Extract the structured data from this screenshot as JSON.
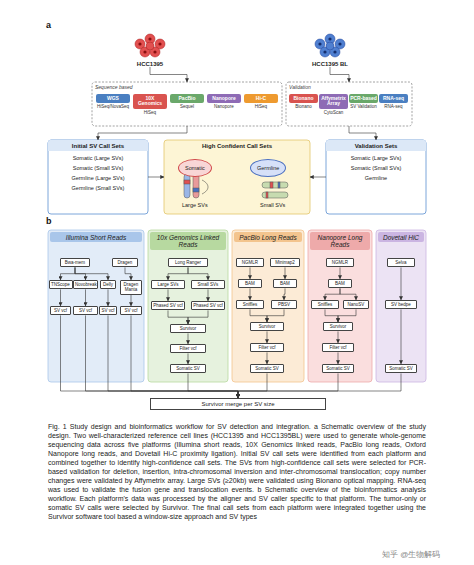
{
  "diagram": {
    "caption": "Fig. 1 Study design and bioinformatics workflow for SV detection and integration. a Schematic overview of the study design. Two well-characterized reference cell lines (HCC1395 and HCC1395BL) were used to generate whole-genome sequencing data across five platforms (Illumina short reads, 10X Genomics linked reads, PacBio long reads, Oxford Nanopore long reads, and Dovetail Hi-C proximity ligation). Initial SV call sets were identified from each platform and combined together to identify high-confidence call sets. The SVs from high-confidence call sets were selected for PCR-based validation for deletion, insertion, intra-chromosomal inversion and inter-chromosomal translocation; copy number changes were validated by Affymetrix array. Large SVs (≥20kb) were validated using Bionano optical mapping. RNA-seq was used to validate the fusion gene and translocation events. b Schematic overview of the bioinformatics analysis workflow. Each platform's data was processed by the aligner and SV caller specific to that platform. The tumor-only or somatic SV calls were selected by Survivor. The final call sets from each platform were integrated together using the Survivor software tool based a window-size approach and SV types",
    "nodes": [
      {
        "text": [
          "HCC1395"
        ]
      },
      {
        "text": [
          "HCC1395 BL"
        ]
      },
      {
        "text": [
          "Sequence based"
        ]
      },
      {
        "text": [
          "WGS",
          "HiSeq/NovaSeq"
        ],
        "in": 2
      },
      {
        "text": [
          "10X Genomics",
          "HiSeq"
        ],
        "in": 2
      },
      {
        "text": [
          "PacBio",
          "Sequel"
        ],
        "in": 2
      },
      {
        "text": [
          "Nanopore",
          "Nanopore"
        ],
        "in": 2
      },
      {
        "text": [
          "Hi-C",
          "HiSeq"
        ],
        "in": 2
      },
      {
        "text": [
          "Validation"
        ]
      },
      {
        "text": [
          "Bionano",
          "Bionano"
        ],
        "in": 8
      },
      {
        "text": [
          "Affymetrix Array",
          "CytoScan"
        ],
        "in": 8
      },
      {
        "text": [
          "PCR-based",
          "SV Validation"
        ],
        "in": 8
      },
      {
        "text": [
          "RNA-seq",
          "RNA-seq"
        ],
        "in": 8
      },
      {
        "text": [
          "Initial SV Call Sets",
          "Somatic (Large SVs)",
          "Somatic (Small SVs)",
          "Germline (Large SVs)",
          "Germline (Small SVs)"
        ]
      },
      {
        "text": [
          "High Confident Call Sets",
          "Somatic",
          "Germline",
          "Large SVs",
          "Small SVs"
        ]
      },
      {
        "text": [
          "Validation Sets",
          "Somatic (Large SVs)",
          "Somatic (Small SVs)",
          "Germline"
        ]
      },
      {
        "text": [
          "Illumina Short Reads"
        ]
      },
      {
        "text": [
          "Bwa-mem"
        ],
        "in": 16
      },
      {
        "text": [
          "Dragen"
        ],
        "in": 16
      },
      {
        "text": [
          "TNScope"
        ],
        "in": 16
      },
      {
        "text": [
          "Novobreak"
        ],
        "in": 16
      },
      {
        "text": [
          "Delly"
        ],
        "in": 16
      },
      {
        "text": [
          "Dragen Manta"
        ],
        "in": 16
      },
      {
        "text": [
          "SV vcf"
        ],
        "in": 16
      },
      {
        "text": [
          "SV vcf"
        ],
        "in": 16
      },
      {
        "text": [
          "SV vcf"
        ],
        "in": 16
      },
      {
        "text": [
          "SV vcf"
        ],
        "in": 16
      },
      {
        "text": [
          "10x Genomics Linked Reads"
        ]
      },
      {
        "text": [
          "Long Ranger"
        ],
        "in": 27
      },
      {
        "text": [
          "Large SVs"
        ],
        "in": 27
      },
      {
        "text": [
          "Small SVs"
        ],
        "in": 27
      },
      {
        "text": [
          "Phased SV vcf"
        ],
        "in": 27
      },
      {
        "text": [
          "Phased SV vcf"
        ],
        "in": 27
      },
      {
        "text": [
          "Survivor"
        ],
        "in": 27
      },
      {
        "text": [
          "Filter vcf"
        ],
        "in": 27
      },
      {
        "text": [
          "Somatic SV"
        ],
        "in": 27
      },
      {
        "text": [
          "PacBio Long Reads"
        ]
      },
      {
        "text": [
          "NGMLR"
        ],
        "in": 36
      },
      {
        "text": [
          "Minimap2"
        ],
        "in": 36
      },
      {
        "text": [
          "BAM"
        ],
        "in": 36
      },
      {
        "text": [
          "BAM"
        ],
        "in": 36
      },
      {
        "text": [
          "Sniffles"
        ],
        "in": 36
      },
      {
        "text": [
          "PBSV"
        ],
        "in": 36
      },
      {
        "text": [
          "Survivor"
        ],
        "in": 36
      },
      {
        "text": [
          "Filter vcf"
        ],
        "in": 36
      },
      {
        "text": [
          "Somatic SV"
        ],
        "in": 36
      },
      {
        "text": [
          "Nanopore Long Reads"
        ]
      },
      {
        "text": [
          "NGMLR"
        ],
        "in": 46
      },
      {
        "text": [
          "BAM"
        ],
        "in": 46
      },
      {
        "text": [
          "Sniffles"
        ],
        "in": 46
      },
      {
        "text": [
          "NanoSV"
        ],
        "in": 46
      },
      {
        "text": [
          "Survivor"
        ],
        "in": 46
      },
      {
        "text": [
          "Filter vcf"
        ],
        "in": 46
      },
      {
        "text": [
          "Somatic SV"
        ],
        "in": 46
      },
      {
        "text": [
          "Dovetail HiC"
        ]
      },
      {
        "text": [
          "Selva"
        ],
        "in": 54
      },
      {
        "text": [
          "SV bedpe"
        ],
        "in": 54
      },
      {
        "text": [
          "Somatic SV"
        ],
        "in": 54
      },
      {
        "text": [
          "Survivor merge per SV size"
        ]
      }
    ],
    "edges": [
      {
        "from": 0,
        "to": 2,
        "arrow": "to"
      },
      {
        "from": 1,
        "to": 8,
        "arrow": "to"
      },
      {
        "from": 2,
        "to": 13,
        "arrow": "to"
      },
      {
        "from": 8,
        "to": 15,
        "arrow": "to"
      },
      {
        "from": 13,
        "to": 14,
        "arrow": "to"
      },
      {
        "from": 15,
        "to": 14,
        "arrow": "to"
      },
      {
        "from": 17,
        "to": 19,
        "arrow": "to"
      },
      {
        "from": 17,
        "to": 20,
        "arrow": "to"
      },
      {
        "from": 17,
        "to": 21,
        "arrow": "to"
      },
      {
        "from": 18,
        "to": 22,
        "arrow": "to"
      },
      {
        "from": 19,
        "to": 23,
        "arrow": "to"
      },
      {
        "from": 20,
        "to": 24,
        "arrow": "to"
      },
      {
        "from": 21,
        "to": 25,
        "arrow": "to"
      },
      {
        "from": 22,
        "to": 26,
        "arrow": "to"
      },
      {
        "from": 23,
        "to": 58,
        "arrow": "to"
      },
      {
        "from": 24,
        "to": 58,
        "arrow": "to"
      },
      {
        "from": 25,
        "to": 58,
        "arrow": "to"
      },
      {
        "from": 26,
        "to": 58,
        "arrow": "to"
      },
      {
        "from": 28,
        "to": 29,
        "arrow": "to"
      },
      {
        "from": 28,
        "to": 30,
        "arrow": "to"
      },
      {
        "from": 29,
        "to": 31,
        "arrow": "to"
      },
      {
        "from": 30,
        "to": 32,
        "arrow": "to"
      },
      {
        "from": 31,
        "to": 33,
        "arrow": "to"
      },
      {
        "from": 32,
        "to": 33,
        "arrow": "to"
      },
      {
        "from": 33,
        "to": 34,
        "arrow": "to"
      },
      {
        "from": 34,
        "to": 35,
        "arrow": "to"
      },
      {
        "from": 35,
        "to": 58,
        "arrow": "to"
      },
      {
        "from": 37,
        "to": 39,
        "arrow": "to"
      },
      {
        "from": 38,
        "to": 40,
        "arrow": "to"
      },
      {
        "from": 39,
        "to": 41,
        "arrow": "to"
      },
      {
        "from": 40,
        "to": 42,
        "arrow": "to"
      },
      {
        "from": 41,
        "to": 43,
        "arrow": "to"
      },
      {
        "from": 42,
        "to": 43,
        "arrow": "to"
      },
      {
        "from": 43,
        "to": 44,
        "arrow": "to"
      },
      {
        "from": 44,
        "to": 45,
        "arrow": "to"
      },
      {
        "from": 45,
        "to": 58,
        "arrow": "to"
      },
      {
        "from": 47,
        "to": 48,
        "arrow": "to"
      },
      {
        "from": 48,
        "to": 49,
        "arrow": "to"
      },
      {
        "from": 48,
        "to": 50,
        "arrow": "to"
      },
      {
        "from": 49,
        "to": 51,
        "arrow": "to"
      },
      {
        "from": 50,
        "to": 51,
        "arrow": "to"
      },
      {
        "from": 51,
        "to": 52,
        "arrow": "to"
      },
      {
        "from": 52,
        "to": 53,
        "arrow": "to"
      },
      {
        "from": 53,
        "to": 58,
        "arrow": "to"
      },
      {
        "from": 55,
        "to": 56,
        "arrow": "to"
      },
      {
        "from": 56,
        "to": 57,
        "arrow": "to"
      },
      {
        "from": 57,
        "to": 58,
        "arrow": "to"
      }
    ],
    "labels": [
      "a",
      "b",
      "知乎 @生物解码"
    ]
  }
}
